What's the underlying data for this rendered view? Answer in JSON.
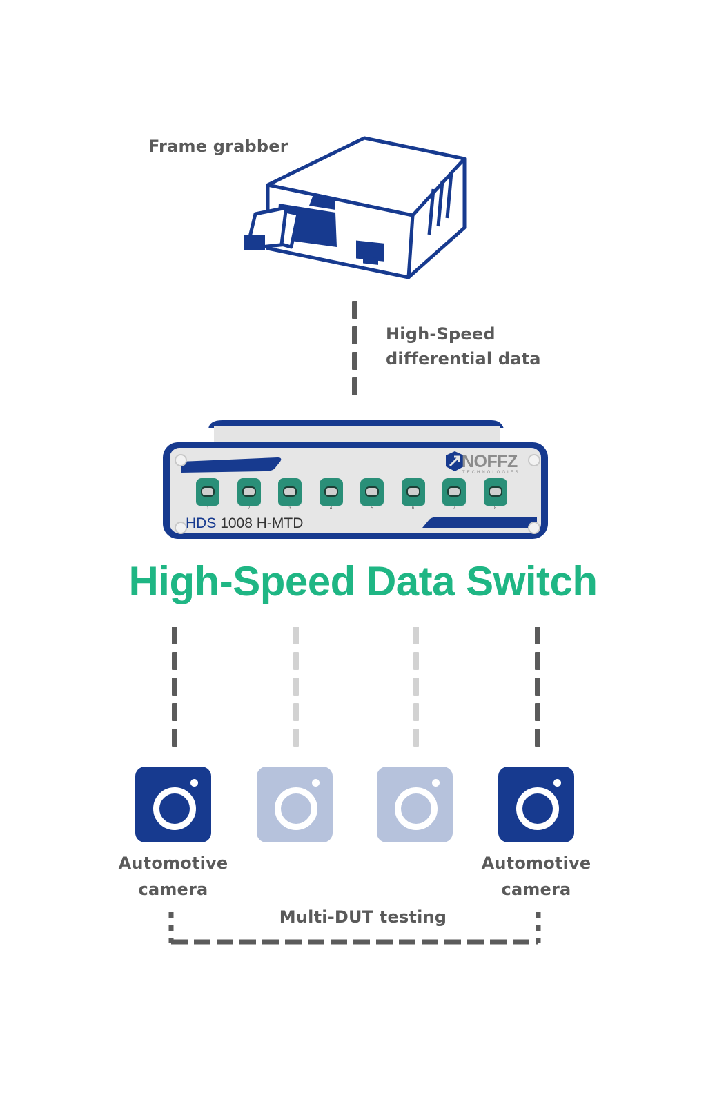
{
  "diagram": {
    "frame_grabber": {
      "label": "Frame grabber",
      "icon": "frame-grabber-icon"
    },
    "uplink": {
      "label_line1": "High-Speed",
      "label_line2": "differential data",
      "style": "dashed"
    },
    "device": {
      "brand": "NOFFZ",
      "brand_sub": "TECHNOLOGIES",
      "model_prefix": "HDS",
      "model": "1008 H-MTD",
      "ports": [
        "1",
        "2",
        "3",
        "4",
        "5",
        "6",
        "7",
        "8"
      ]
    },
    "title": "High-Speed Data Switch",
    "cameras": [
      {
        "label_line1": "Automotive",
        "label_line2": "camera",
        "active": true
      },
      {
        "label_line1": "",
        "label_line2": "",
        "active": false
      },
      {
        "label_line1": "",
        "label_line2": "",
        "active": false
      },
      {
        "label_line1": "Automotive",
        "label_line2": "camera",
        "active": true
      }
    ],
    "bracket_label": "Multi-DUT testing",
    "colors": {
      "brand_blue": "#173a8f",
      "inactive_blue": "#b6c2dc",
      "title_green": "#1fb684",
      "text_gray": "#5a5a5a",
      "dash_dark": "#5b5b5b",
      "dash_light": "#d2d2d2",
      "port_teal": "#2a8f78"
    }
  }
}
